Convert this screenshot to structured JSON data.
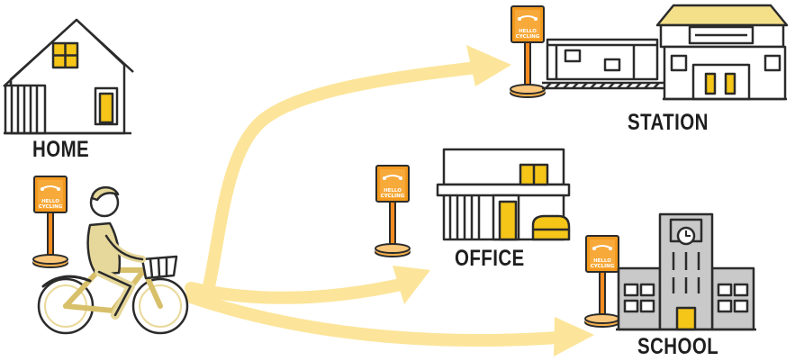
{
  "labels": {
    "home": "HOME",
    "station": "STATION",
    "office": "OFFICE",
    "school": "SCHOOL"
  },
  "sign": {
    "line1": "HELLO",
    "line2": "CYCLING"
  },
  "colors": {
    "sign_orange": "#f39a1e",
    "pole_orange": "#f58a1f",
    "arrow_yellow": "#fce59a",
    "accent_yellow": "#f5c518",
    "building_gray": "#c9c9c9",
    "outline": "#2b2b2b"
  },
  "icons": [
    "house-icon",
    "station-building-icon",
    "office-building-icon",
    "school-building-icon",
    "cyclist-icon",
    "bike-station-sign-icon"
  ]
}
